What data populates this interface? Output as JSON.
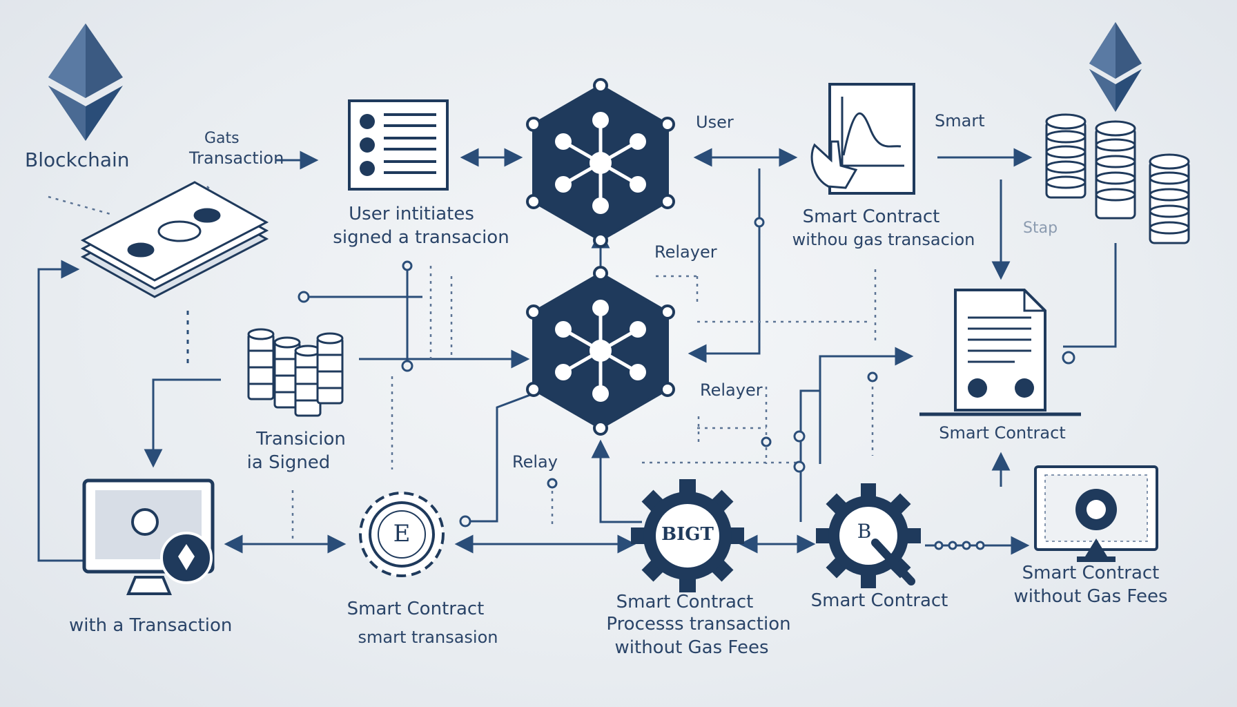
{
  "colors": {
    "primary": "#1f3a5c",
    "line": "#2a4d78",
    "background": "#eef1f4",
    "light": "#ffffff"
  },
  "labels": {
    "blockchain": "Blockchain",
    "gas_transaction": [
      "Gats",
      "Transaction"
    ],
    "user_initiates": [
      "User intitiates",
      "signed a transacion"
    ],
    "user_top": "User",
    "smart_top": "Smart",
    "smart_contract_top": [
      "Smart Contract",
      "withou gas transacion"
    ],
    "stap": "Stap",
    "relayer_top": "Relayer",
    "relayer_mid": "Relayer",
    "relay": "Relay",
    "transaction_signed": [
      "Transicion",
      "ia Signed"
    ],
    "smart_contract_right": "Smart Contract",
    "with_transaction": "with  a Transaction",
    "smart_contract_bottom_left": [
      "Smart Contract",
      "smart transasion"
    ],
    "smart_contract_bottom_center": [
      "Smart Contract",
      "Processs transaction",
      "without Gas Fees"
    ],
    "smart_contract_bottom_right": "Smart Contract",
    "smart_contract_far_right": [
      "Smart Contract",
      "without Gas Fees"
    ],
    "gear_center_text": "BIGT",
    "gear_left_text": "E",
    "gear_right_text": "B"
  },
  "icons": [
    "ethereum-icon",
    "document-list-icon",
    "hexagon-network-icon",
    "contract-chart-icon",
    "coin-stack-icon",
    "money-bills-icon",
    "server-cylinder-icon",
    "document-icon",
    "monitor-icon",
    "gear-icon",
    "search-gear-icon",
    "screen-shield-icon"
  ]
}
